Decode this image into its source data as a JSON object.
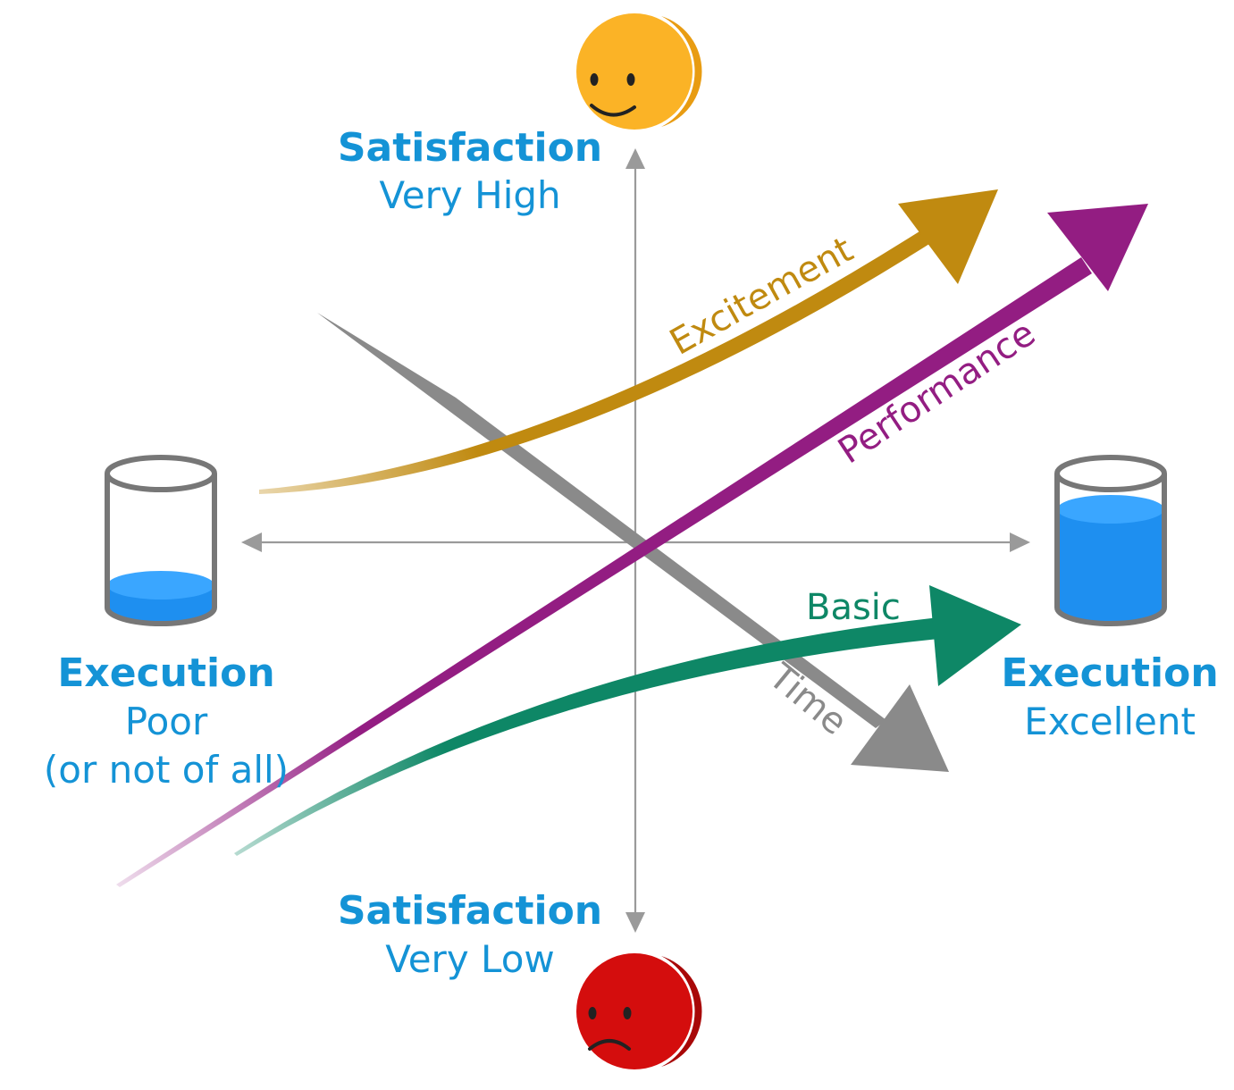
{
  "colors": {
    "blue_text": "#1493d6",
    "axis": "#9a9a9a",
    "excitement": "#c08a10",
    "performance": "#931d82",
    "basic": "#0e8766",
    "time": "#8a8a8a",
    "water": "#1e8ff0",
    "happy_face": "#fbb326",
    "sad_face": "#d40d0d"
  },
  "top": {
    "title": "Satisfaction",
    "subtitle": "Very High",
    "icon": "happy-face-icon"
  },
  "bottom": {
    "title": "Satisfaction",
    "subtitle": "Very Low",
    "icon": "sad-face-icon"
  },
  "left": {
    "title": "Execution",
    "subtitle_line1": "Poor",
    "subtitle_line2": "(or not of all)",
    "icon": "glass-low-water-icon",
    "fill_level": 0.25
  },
  "right": {
    "title": "Execution",
    "subtitle": "Excellent",
    "icon": "glass-high-water-icon",
    "fill_level": 0.75
  },
  "curves": {
    "excitement": "Excitement",
    "performance": "Performance",
    "basic": "Basic",
    "time": "Time"
  }
}
